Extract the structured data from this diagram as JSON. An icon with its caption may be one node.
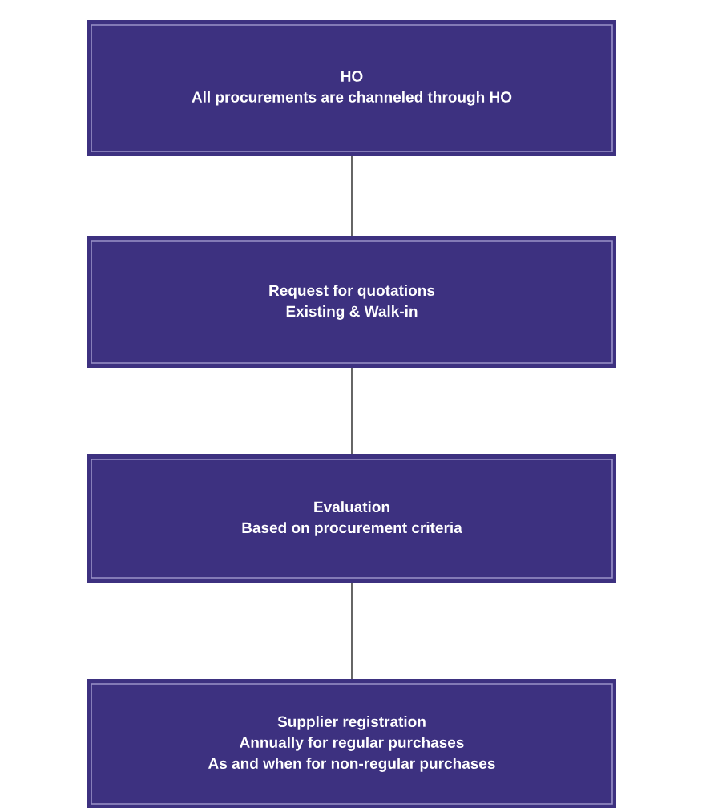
{
  "diagram": {
    "nodes": [
      {
        "text": [
          "HO",
          "All procurements are channeled through HO"
        ]
      },
      {
        "text": [
          "Request for quotations",
          "Existing & Walk-in"
        ]
      },
      {
        "text": [
          "Evaluation",
          "Based on procurement criteria"
        ]
      },
      {
        "text": [
          "Supplier registration",
          "Annually for regular purchases",
          "As and when for non-regular purchases"
        ]
      }
    ],
    "edges": [
      {
        "from": 0,
        "to": 1,
        "arrow": "none"
      },
      {
        "from": 1,
        "to": 2,
        "arrow": "none"
      },
      {
        "from": 2,
        "to": 3,
        "arrow": "none"
      }
    ]
  }
}
